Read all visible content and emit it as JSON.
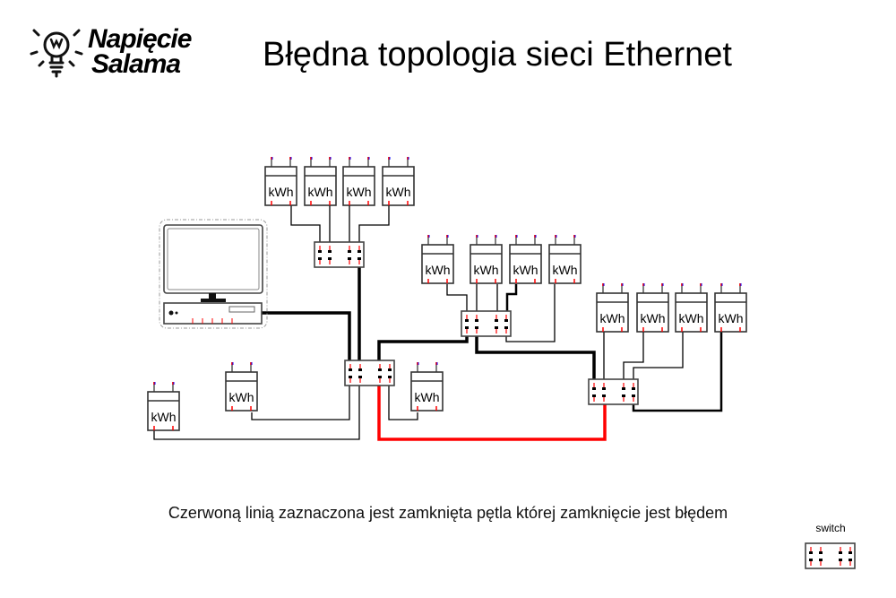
{
  "logo": {
    "line1": "Napięcie",
    "line2": "Salama"
  },
  "title": "Błędna topologia sieci Ethernet",
  "caption": "Czerwoną linią zaznaczona jest zamknięta pętla której zamknięcie jest błędem",
  "meter_label": "kWh",
  "legend": {
    "label": "switch"
  },
  "colors": {
    "loop": "#ff0000",
    "wire": "#000000",
    "terminal_red": "#ff0000",
    "terminal_blue": "#0000ff"
  }
}
